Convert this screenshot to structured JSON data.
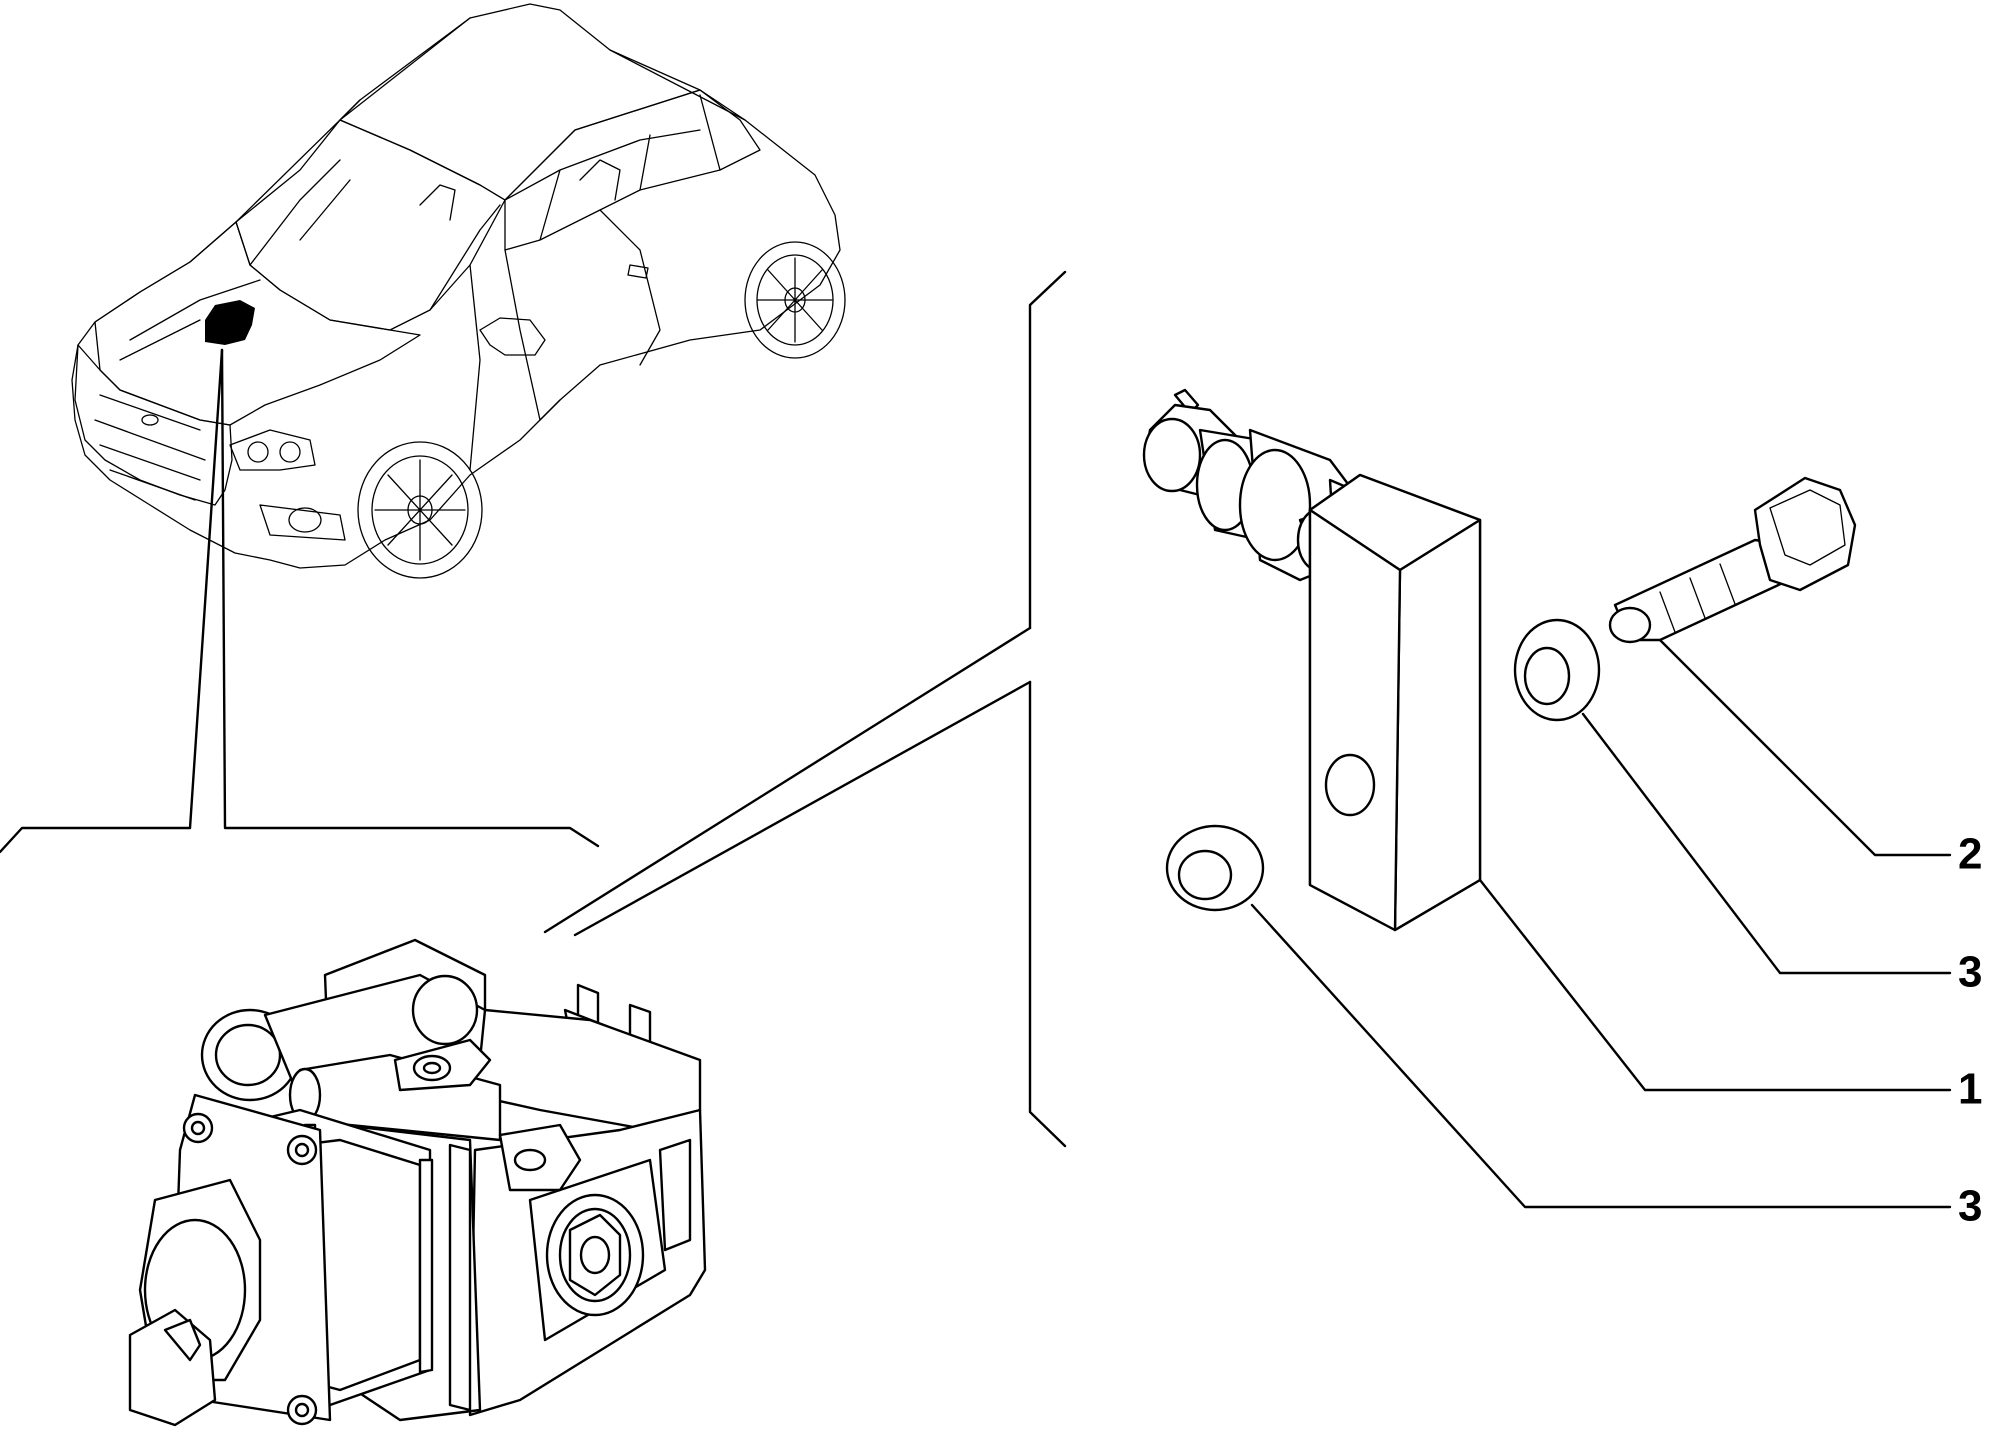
{
  "callouts": [
    {
      "id": "bolt",
      "label": "2"
    },
    {
      "id": "washer-upper",
      "label": "3"
    },
    {
      "id": "bracket",
      "label": "1"
    },
    {
      "id": "washer-lower",
      "label": "3"
    }
  ],
  "colors": {
    "line": "#000000",
    "background": "#ffffff"
  }
}
